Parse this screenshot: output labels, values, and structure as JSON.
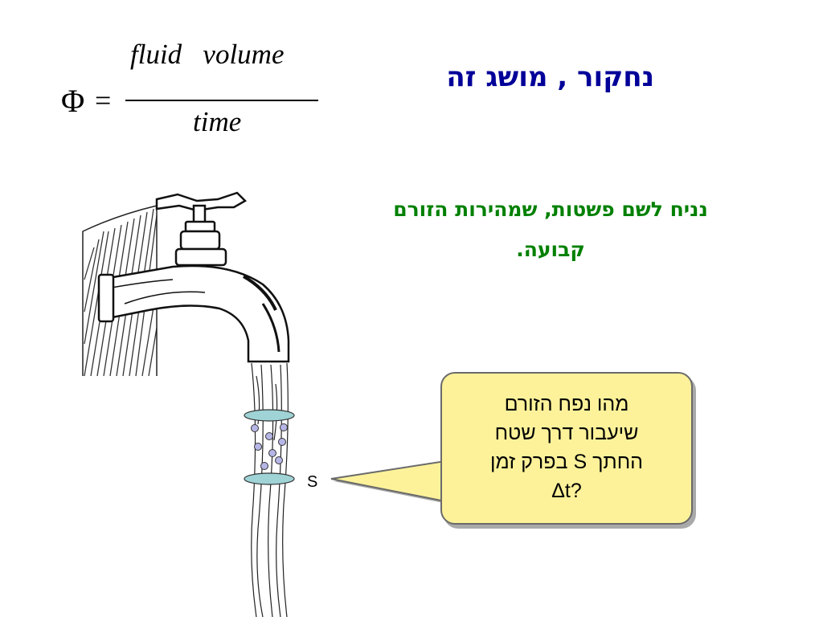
{
  "formula": {
    "lhs": "Φ",
    "equals": "=",
    "numerator": "fluid   volume",
    "denominator": "time"
  },
  "title": "נחקור , מושג זה",
  "note": {
    "line1": "נניח לשם פשטות, שמהירות הזורם",
    "line2": "קבועה."
  },
  "callout": {
    "lines": [
      "מהו נפח הזורם",
      "שיעבור דרך שטח",
      "החתך  S בפרק זמן",
      "?Δt"
    ]
  },
  "surface_label": "S",
  "colors": {
    "title": "#000099",
    "note": "#008000",
    "callout_fill": "#fdf29a",
    "disc_fill": "#9fd3d6"
  }
}
